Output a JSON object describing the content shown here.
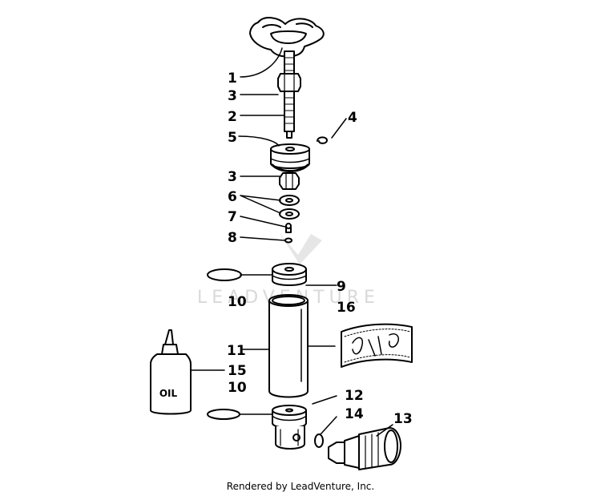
{
  "callouts": {
    "c1": "1",
    "c2": "2",
    "c3a": "3",
    "c3b": "3",
    "c4": "4",
    "c5": "5",
    "c6": "6",
    "c7": "7",
    "c8": "8",
    "c9": "9",
    "c10a": "10",
    "c10b": "10",
    "c11": "11",
    "c12": "12",
    "c13": "13",
    "c14": "14",
    "c15": "15",
    "c16": "16"
  },
  "oil_label": "OIL",
  "watermark": "LEADVENTURE",
  "footer": "Rendered by LeadVenture, Inc."
}
